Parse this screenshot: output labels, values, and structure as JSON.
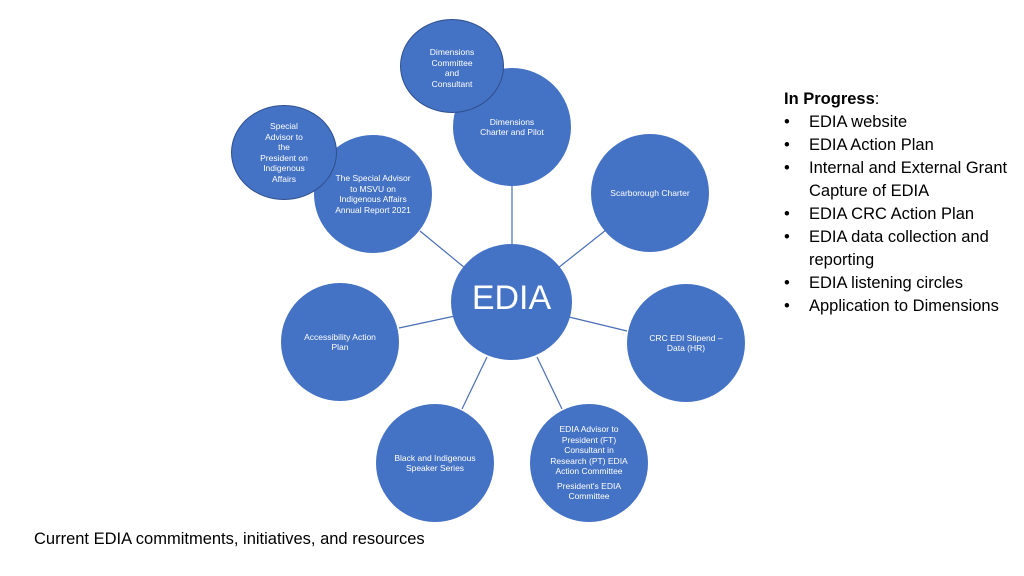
{
  "diagram": {
    "center": "EDIA",
    "nodes": {
      "dimensions_committee": "Dimensions\nCommittee\nand\nConsultant",
      "dimensions_charter": "Dimensions\nCharter and Pilot",
      "special_advisor": "Special\nAdvisor to\nthe\nPresident on\nIndigenous\nAffairs",
      "msvu_report": "The Special Advisor\nto MSVU on\nIndigenous Affairs\nAnnual Report 2021",
      "scarborough": "Scarborough Charter",
      "accessibility": "Accessibility Action\nPlan",
      "crc_stipend": "CRC EDI Stipend –\nData (HR)",
      "black_indigenous": "Black and Indigenous\nSpeaker Series",
      "edia_advisor": "EDIA Advisor to\nPresident (FT)\nConsultant in\nResearch (PT) EDIA\nAction Committee",
      "presidents_committee": "President's EDIA\nCommittee"
    }
  },
  "progress": {
    "heading": "In Progress",
    "colon": ":",
    "bullet_glyph": "•",
    "items": [
      "EDIA website",
      "EDIA Action Plan",
      "Internal and External Grant Capture of EDIA",
      "EDIA CRC Action Plan",
      "EDIA data collection and reporting",
      "EDIA listening circles",
      "Application to Dimensions"
    ]
  },
  "caption": "Current EDIA commitments, initiatives, and resources",
  "colors": {
    "node_fill": "#4472c4",
    "node_text": "#ffffff",
    "connector": "#4a6fb5"
  }
}
